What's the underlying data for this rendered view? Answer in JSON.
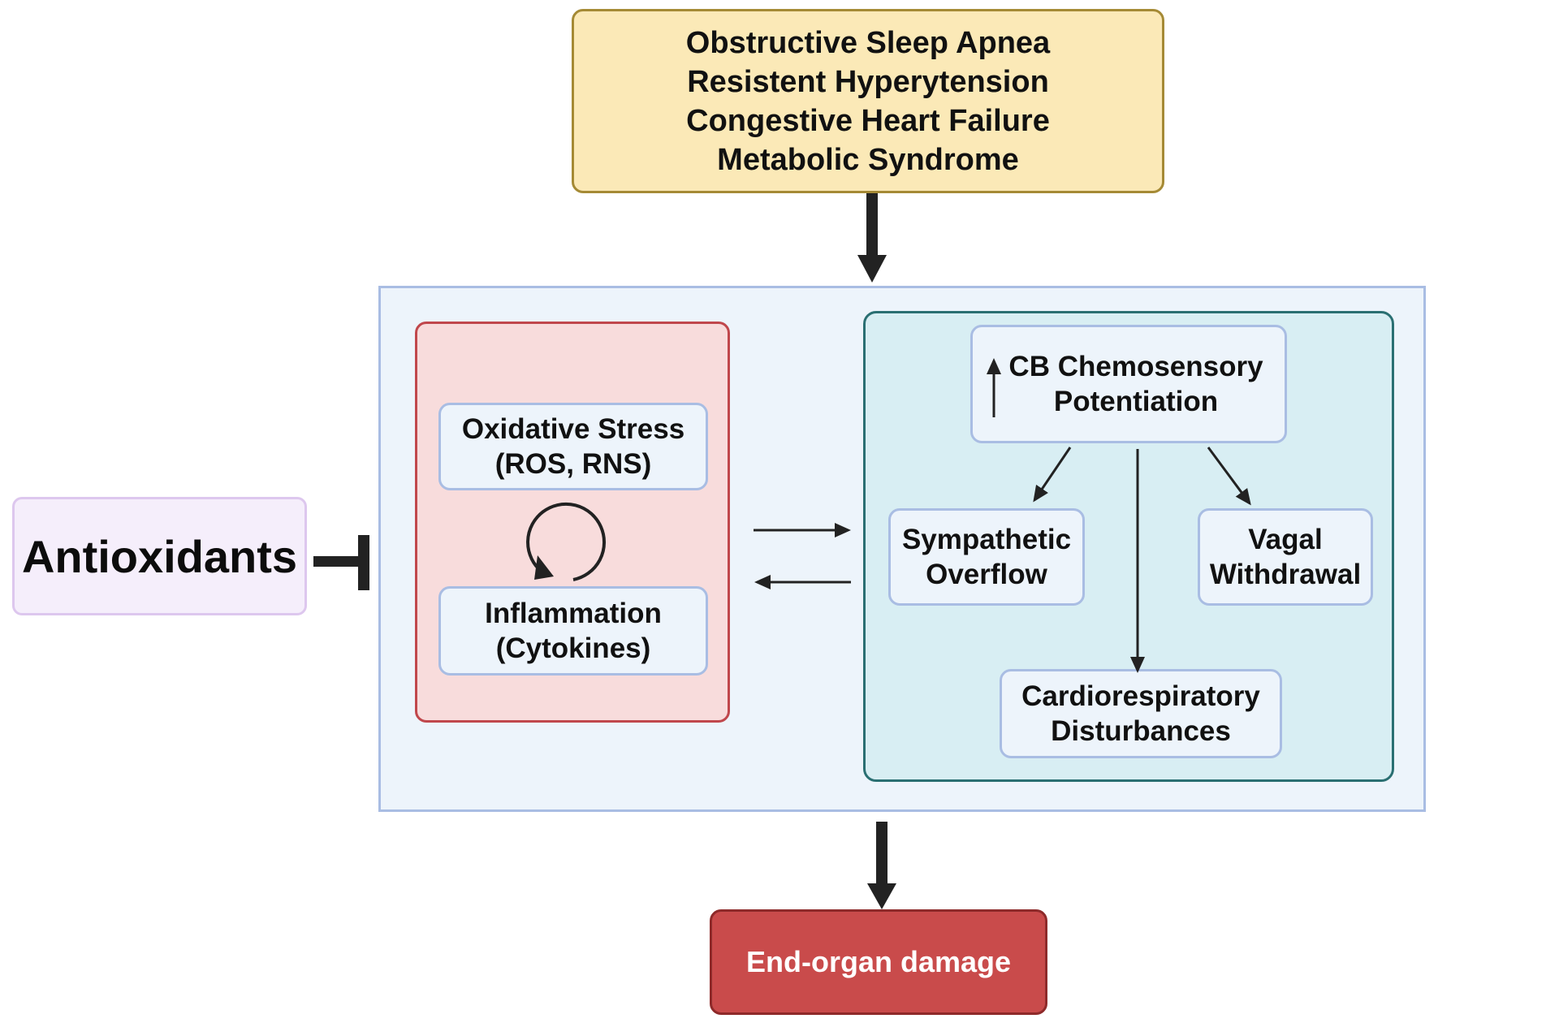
{
  "conditions": {
    "lines": [
      "Obstructive Sleep Apnea",
      "Resistent Hyperytension",
      "Congestive Heart Failure",
      "Metabolic Syndrome"
    ]
  },
  "stress_cycle": {
    "oxidative": [
      "Oxidative Stress",
      "(ROS, RNS)"
    ],
    "inflammation": [
      "Inflammation",
      "(Cytokines)"
    ]
  },
  "chemoreflex": {
    "cb_potentiation": [
      "CB Chemosensory",
      "Potentiation"
    ],
    "sympathetic": [
      "Sympathetic",
      "Overflow"
    ],
    "vagal": [
      "Vagal",
      "Withdrawal"
    ],
    "cardiorespiratory": [
      "Cardiorespiratory",
      "Disturbances"
    ]
  },
  "antioxidants": {
    "label": "Antioxidants"
  },
  "outcome": {
    "label": "End-organ damage"
  },
  "colors": {
    "conditions_fill": "#fbe9b7",
    "main_panel_fill": "#edf4fb",
    "stress_panel_fill": "#f8dcdc",
    "chemo_panel_fill": "#d8eef3",
    "antioxidants_fill": "#f5eefb",
    "damage_fill": "#c94b4b",
    "arrow": "#222222"
  },
  "icons": {
    "cycle": "circular-arrow-icon",
    "increase": "up-arrow-icon",
    "inhibition": "inhibition-bar-icon"
  }
}
